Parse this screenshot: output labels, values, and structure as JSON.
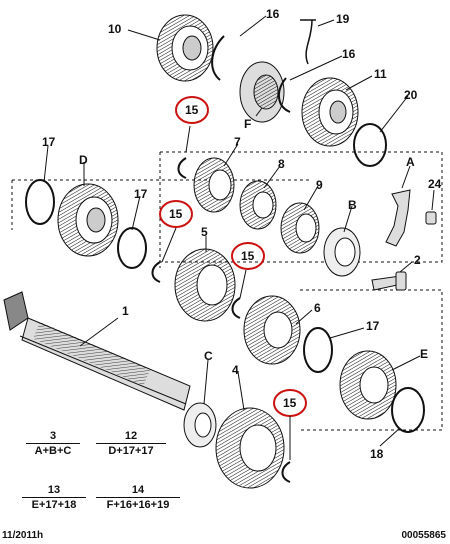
{
  "footer": {
    "date": "11/2011h",
    "ref": "00055865"
  },
  "formulas": [
    {
      "top": "3",
      "bottom": "A+B+C"
    },
    {
      "top": "12",
      "bottom": "D+17+17"
    },
    {
      "top": "13",
      "bottom": "E+17+18"
    },
    {
      "top": "14",
      "bottom": "F+16+16+19"
    }
  ],
  "callouts": {
    "c1": "1",
    "c2": "2",
    "c4": "4",
    "c5": "5",
    "c6": "6",
    "c7": "7",
    "c8": "8",
    "c9": "9",
    "c10": "10",
    "c11": "11",
    "c16a": "16",
    "c16b": "16",
    "c17a": "17",
    "c17b": "17",
    "c17c": "17",
    "c18": "18",
    "c19": "19",
    "c20": "20",
    "c24": "24",
    "cA": "A",
    "cB": "B",
    "cC": "C",
    "cD": "D",
    "cE": "E",
    "cF": "F",
    "r15a": "15",
    "r15b": "15",
    "r15c": "15",
    "r15d": "15"
  },
  "colors": {
    "line": "#111111",
    "highlight": "#cc1111"
  }
}
